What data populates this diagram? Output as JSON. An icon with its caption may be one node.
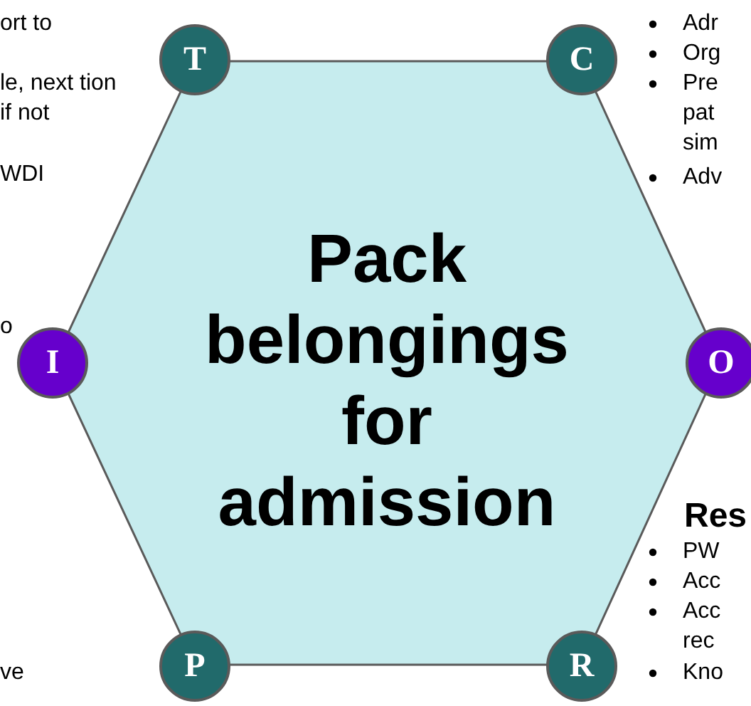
{
  "diagram": {
    "nodes": [
      {
        "text": [
          "Pack belongings for admission"
        ]
      },
      {
        "text": [
          "T"
        ]
      },
      {
        "text": [
          "C"
        ]
      },
      {
        "text": [
          "I"
        ]
      },
      {
        "text": [
          "O"
        ]
      },
      {
        "text": [
          "P"
        ]
      },
      {
        "text": [
          "R"
        ]
      }
    ],
    "labels": [
      "ort to",
      "le, next tion if not",
      "WDI",
      "o",
      "ve",
      "Adr",
      "Org",
      "Pre pat sim",
      "Adv",
      "Res",
      "PW",
      "Acc",
      "Acc rec",
      "Kno"
    ]
  }
}
